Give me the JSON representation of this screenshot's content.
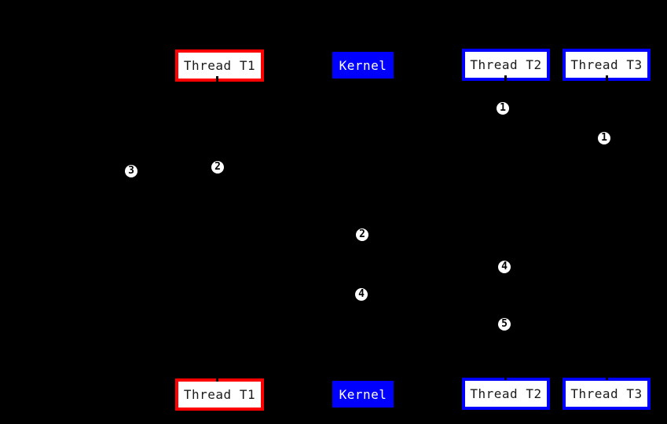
{
  "colors": {
    "background": "#000000",
    "red_accent": "#ff0000",
    "blue_accent": "#0000ff",
    "box_fill": "#ffffff",
    "box_text": "#1a1a1a",
    "kernel_text": "#ffffff",
    "marker_fill": "#ffffff",
    "marker_text": "#000000"
  },
  "boxes": {
    "top": {
      "t1": "Thread T1",
      "kernel": "Kernel",
      "t2": "Thread T2",
      "t3": "Thread T3"
    },
    "bottom": {
      "t1": "Thread T1",
      "kernel": "Kernel",
      "t2": "Thread T2",
      "t3": "Thread T3"
    }
  },
  "markers": [
    {
      "label": "1"
    },
    {
      "label": "1"
    },
    {
      "label": "3"
    },
    {
      "label": "2"
    },
    {
      "label": "2"
    },
    {
      "label": "4"
    },
    {
      "label": "4"
    },
    {
      "label": "5"
    }
  ]
}
